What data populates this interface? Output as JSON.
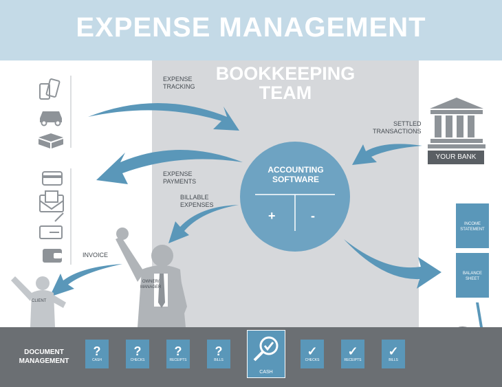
{
  "header": {
    "title": "EXPENSE MANAGEMENT"
  },
  "team": {
    "title_line1": "BOOKKEEPING",
    "title_line2": "TEAM"
  },
  "flows": {
    "expense_tracking": [
      "EXPENSE",
      "TRACKING"
    ],
    "expense_payments": [
      "EXPENSE",
      "PAYMENTS"
    ],
    "billable_expenses": [
      "BILLABLE",
      "EXPENSES"
    ],
    "invoice": "INVOICE",
    "settled_transactions": [
      "SETTLED",
      "TRANSACTIONS"
    ]
  },
  "accounting": {
    "line1": "ACCOUNTING",
    "line2": "SOFTWARE",
    "plus": "+",
    "minus": "-"
  },
  "bank": {
    "label": "YOUR BANK"
  },
  "people": {
    "client": "CLIENT",
    "owner": [
      "OWNER/",
      "MANAGER"
    ]
  },
  "statements": {
    "income": [
      "INCOME",
      "STATEMENT"
    ],
    "balance": [
      "BALANCE",
      "SHEET"
    ]
  },
  "footer": {
    "title": [
      "DOCUMENT",
      "MANAGEMENT"
    ],
    "pending_docs": [
      {
        "glyph": "?",
        "caption": "CASH"
      },
      {
        "glyph": "?",
        "caption": "CHECKS"
      },
      {
        "glyph": "?",
        "caption": "RECEIPTS"
      },
      {
        "glyph": "?",
        "caption": "BILLS"
      }
    ],
    "scan_doc": {
      "caption": "CASH"
    },
    "done_docs": [
      {
        "glyph": "✓",
        "caption": "CHECKS"
      },
      {
        "glyph": "✓",
        "caption": "RECEIPTS"
      },
      {
        "glyph": "✓",
        "caption": "BILLS"
      }
    ]
  },
  "colors": {
    "accent": "#5a97b9",
    "header_bg": "#c4dae7",
    "band": "#d6d8db",
    "footer": "#6b6f73",
    "icon_gray": "#8e9398"
  }
}
